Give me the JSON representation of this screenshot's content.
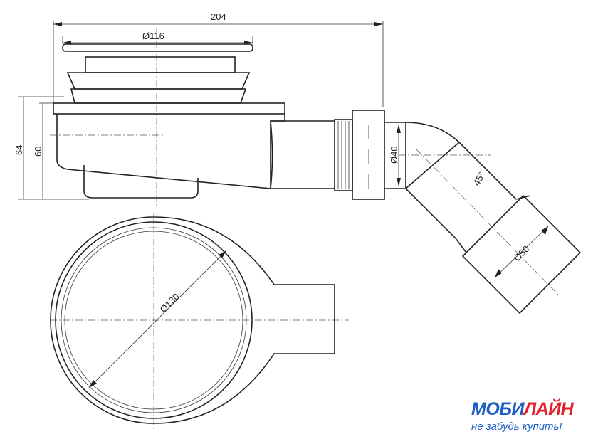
{
  "dimensions": {
    "overall_length": "204",
    "grate_diameter": "Ø116",
    "total_height": "64",
    "body_height": "60",
    "outlet_diameter": "Ø40",
    "elbow_angle": "45°",
    "pipe_diameter": "Ø50",
    "body_diameter": "Ø130"
  },
  "logo": {
    "brand_part1": "МОБИ",
    "brand_part2": "ЛАЙН",
    "slogan": "не забудь купить!",
    "colors": {
      "blue": "#1f5fc4",
      "red": "#e4202a"
    }
  }
}
